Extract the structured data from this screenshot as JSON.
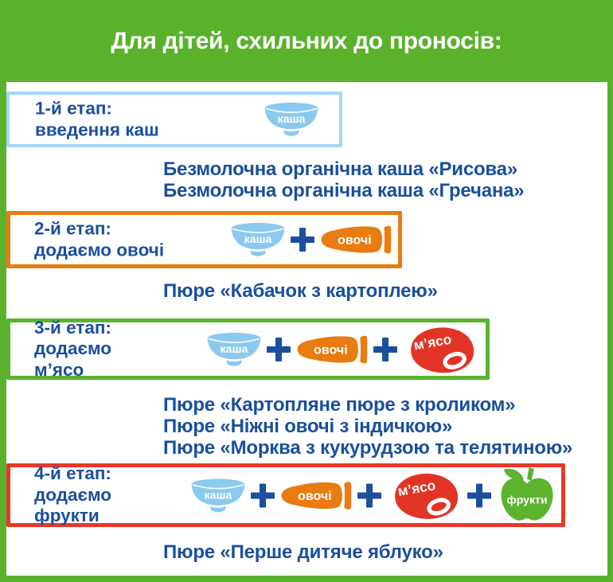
{
  "title": "Для дітей, схильних до проносів:",
  "plus_sign": "+",
  "icon_labels": {
    "kasha": "каша",
    "ovochi": "овочі",
    "myaso": "м’ясо",
    "frukty": "фрукти"
  },
  "colors": {
    "background_green": "#5AB22C",
    "panel_white": "#FFFFFF",
    "text_blue": "#1B4F9E",
    "stage1_border_blue": "#A3D7F4",
    "bowl_blue": "#8CC9EF",
    "stage2_orange": "#E87C12",
    "stage3_green": "#5CB32E",
    "stage4_border_red": "#E5392C",
    "meat_red": "#E23426",
    "apple_green": "#5CB32E"
  },
  "stages": [
    {
      "label": "1-й етап:\nвведення каш",
      "products": [
        "Безмолочна органічна каша «Рисова»",
        "Безмолочна органічна каша «Гречана»"
      ]
    },
    {
      "label": "2-й етап:\nдодаємо овочі",
      "products": [
        "Пюре «Кабачок з картоплею»"
      ]
    },
    {
      "label": "3-й етап:\nдодаємо\nм’ясо",
      "products": [
        "Пюре «Картопляне пюре з кроликом»",
        "Пюре «Ніжні овочі з індичкою»",
        "Пюре «Морква з кукурудзою та телятиною»"
      ]
    },
    {
      "label": "4-й етап:\nдодаємо\nфрукти",
      "products": [
        "Пюре «Перше дитяче яблуко»"
      ]
    }
  ]
}
